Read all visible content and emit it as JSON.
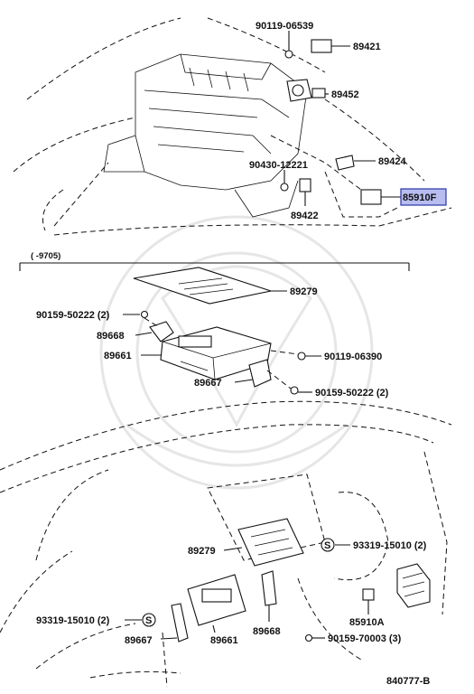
{
  "bracket_range": "(      -9705)",
  "figure_code": "840777-B",
  "highlight_color": "#b8bdf0",
  "labels": {
    "p90119_06539": "90119-06539",
    "p89421": "89421",
    "p89452": "89452",
    "p90430_12221": "90430-12221",
    "p89424": "89424",
    "p85910F": "85910F",
    "p89422": "89422",
    "p89279_top": "89279",
    "p90159_50222_a": "90159-50222 (2)",
    "p89668_top": "89668",
    "p89661_top": "89661",
    "p90119_06390": "90119-06390",
    "p89667_top": "89667",
    "p90159_50222_b": "90159-50222 (2)",
    "p89279_bot": "89279",
    "p93319_15010_a": "93319-15010 (2)",
    "p93319_15010_b": "93319-15010 (2)",
    "p85910A": "85910A",
    "p89668_bot": "89668",
    "p90159_70003": "90159-70003 (3)",
    "p89667_bot": "89667",
    "p89661_bot": "89661"
  },
  "symbols": {
    "s_mark_a": "S",
    "s_mark_b": "S"
  }
}
